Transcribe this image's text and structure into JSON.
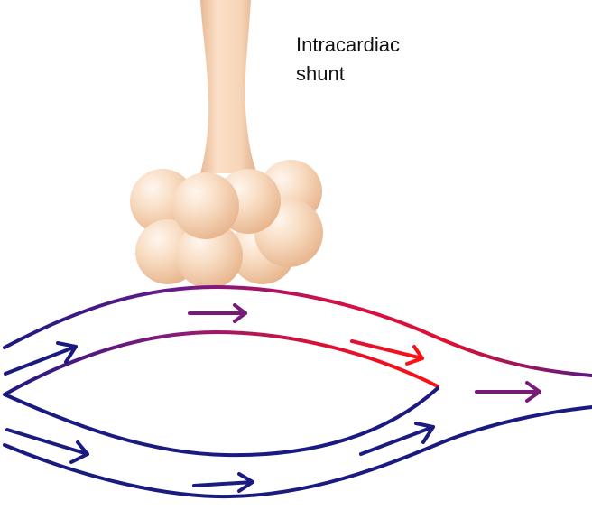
{
  "caption": {
    "line1": "Intracardiac",
    "line2": "shunt"
  },
  "colors": {
    "deoxygenated": "#1a1a80",
    "mixed": "#7a1a78",
    "oxygenated": "#ee1111",
    "alveolus": "#f3cfae",
    "airway": "#f5d2b4"
  },
  "icons": {
    "airway": "bronchiole-shape",
    "alveoli": "alveolar-cluster",
    "flow": "arrow-icon"
  }
}
